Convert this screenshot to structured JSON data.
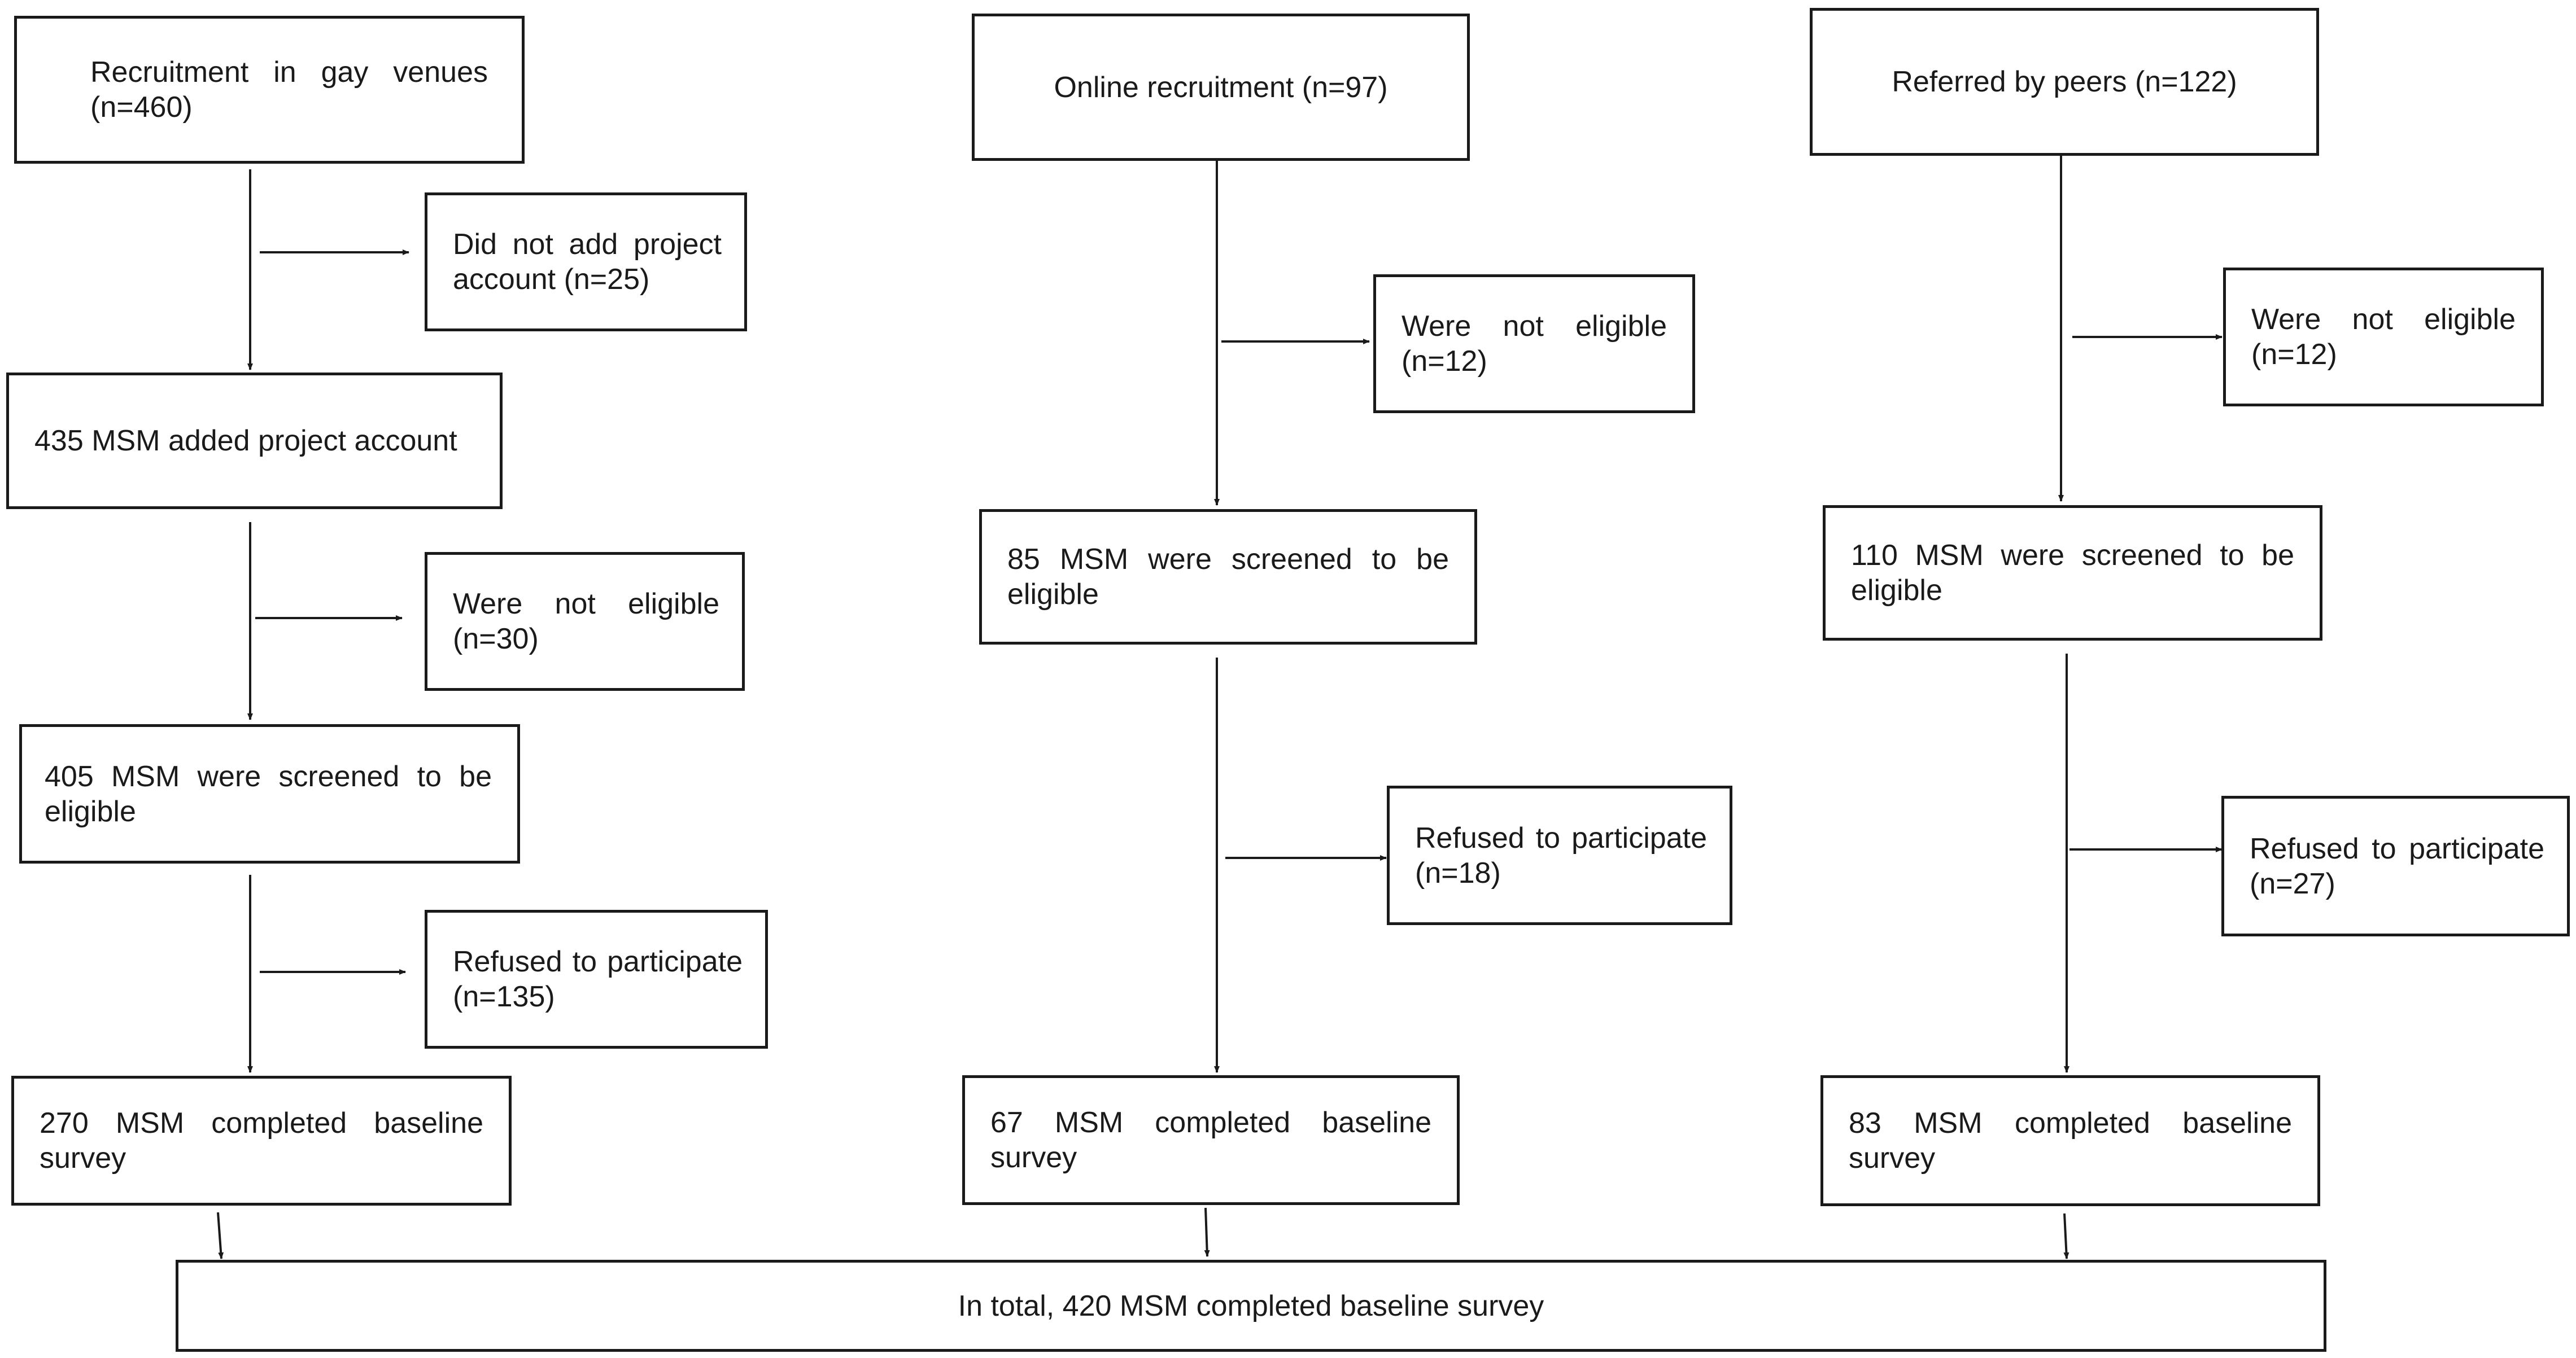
{
  "diagram": {
    "boxes": {
      "venues_recruit": "Recruitment in gay venues (n=460)",
      "venues_no_account": "Did not add project account (n=25)",
      "venues_added": "435 MSM added project account",
      "venues_not_eligible": "Were not eligible (n=30)",
      "venues_screened": "405 MSM were screened to be eligible",
      "venues_refused": "Refused to participate (n=135)",
      "venues_completed": "270 MSM completed baseline survey",
      "online_recruit": "Online recruitment (n=97)",
      "online_not_eligible": "Were not eligible (n=12)",
      "online_screened": "85 MSM were screened to be eligible",
      "online_refused": "Refused to participate (n=18)",
      "online_completed": "67 MSM completed baseline survey",
      "peers_recruit": "Referred by peers (n=122)",
      "peers_not_eligible": "Were not eligible (n=12)",
      "peers_screened": "110 MSM were screened to be eligible",
      "peers_refused": "Refused to participate (n=27)",
      "peers_completed": "83 MSM completed baseline survey",
      "total": "In total, 420 MSM completed baseline survey"
    }
  }
}
